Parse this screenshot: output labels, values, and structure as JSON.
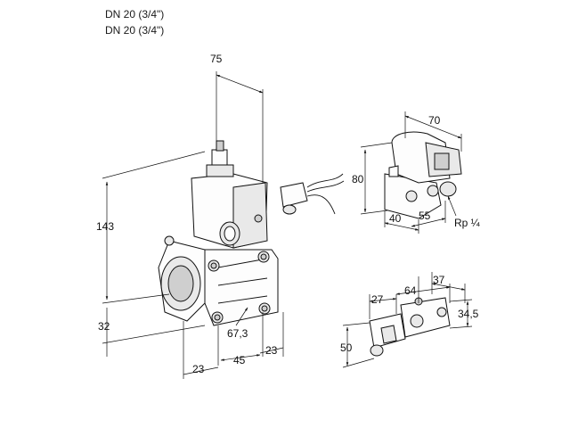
{
  "header": {
    "line1": "DN 20 (3/4\")",
    "line2": "DN 20 (3/4\")"
  },
  "main_view": {
    "dims": {
      "width_top": "75",
      "height": "143",
      "offset_bottom": "32",
      "d_67_3": "67,3",
      "d_45": "45",
      "d_23_right": "23",
      "d_23_bottom": "23"
    }
  },
  "top_right_view": {
    "dims": {
      "d70": "70",
      "d80": "80",
      "d40": "40",
      "d55": "55",
      "thread": "Rp ¼"
    }
  },
  "bottom_right_view": {
    "dims": {
      "d27": "27",
      "d64": "64",
      "d37": "37",
      "d34_5": "34,5",
      "d50": "50"
    }
  }
}
